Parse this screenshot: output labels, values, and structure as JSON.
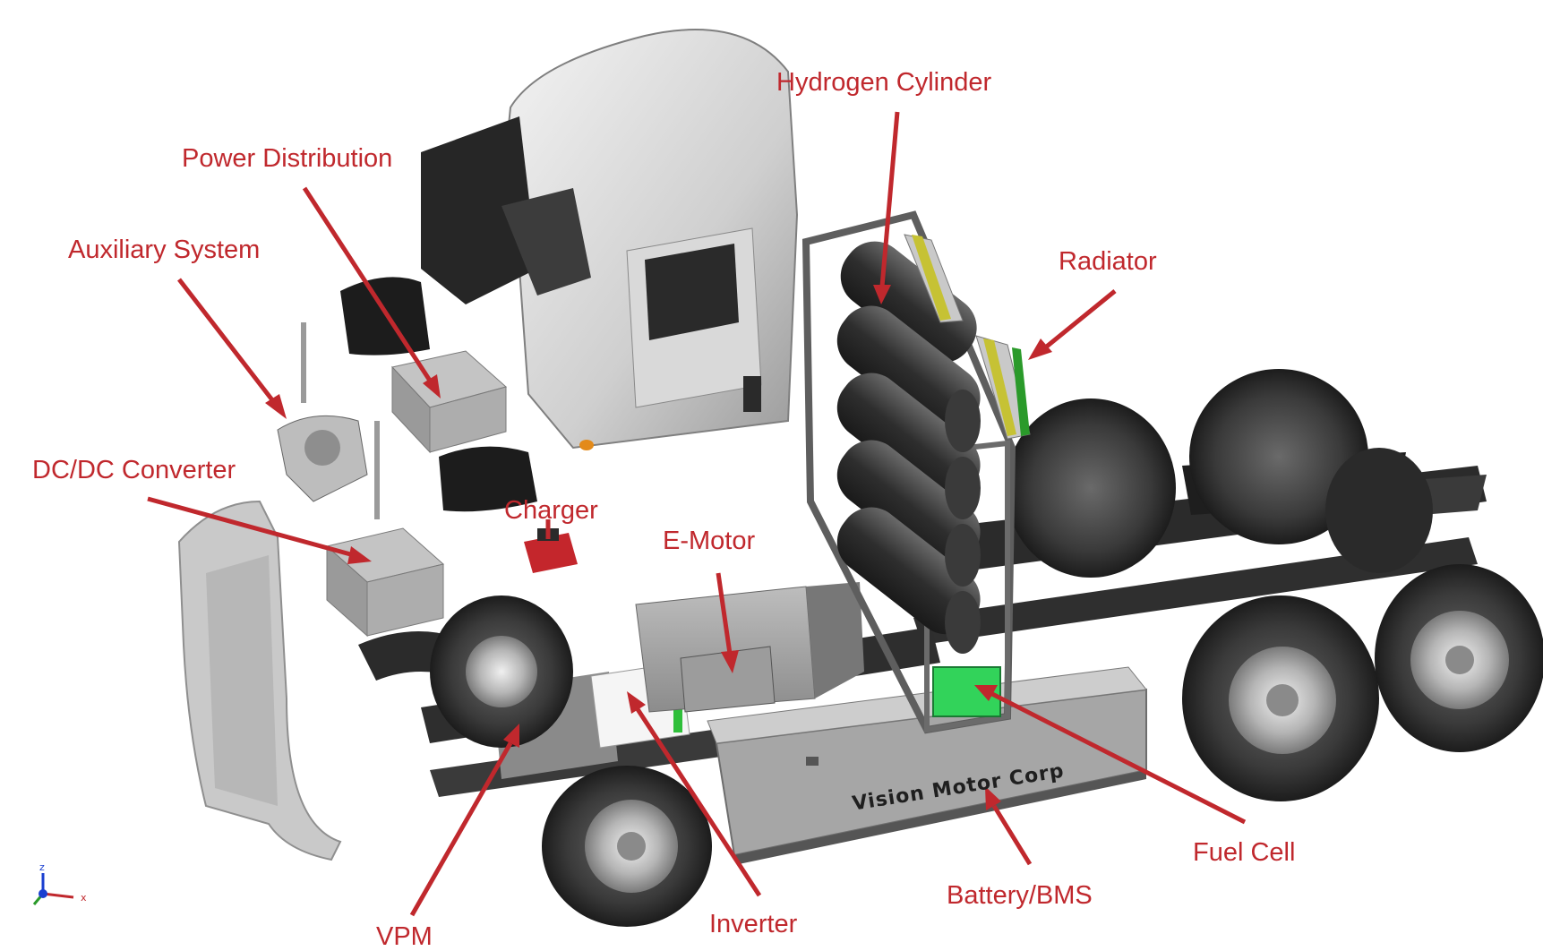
{
  "diagram": {
    "label_color": "#c0282d",
    "callouts": {
      "hydrogen_cylinder": "Hydrogen Cylinder",
      "power_distribution": "Power Distribution",
      "auxiliary_system": "Auxiliary System",
      "radiator": "Radiator",
      "dc_dc_converter": "DC/DC Converter",
      "charger": "Charger",
      "e_motor": "E-Motor",
      "fuel_cell": "Fuel Cell",
      "battery_bms": "Battery/BMS",
      "vpm": "VPM",
      "inverter": "Inverter"
    },
    "battery_brand_text": "Vision Motor Corp",
    "orientation_triad": {
      "z": "z",
      "x": "x"
    }
  }
}
